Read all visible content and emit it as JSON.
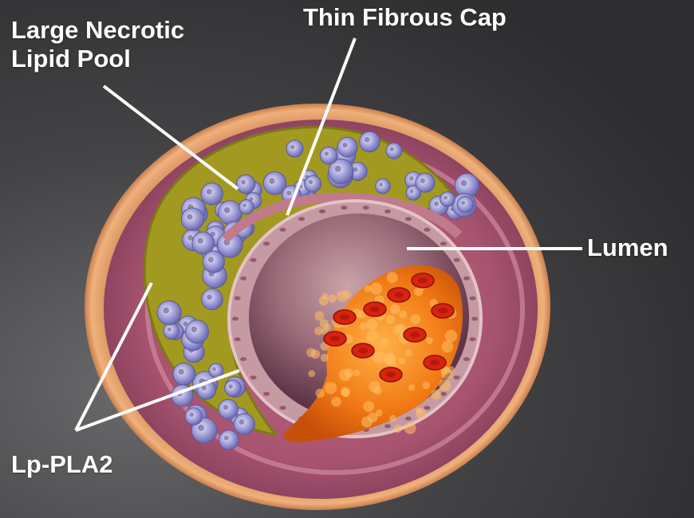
{
  "labels": {
    "lipid_pool_line1": "Large Necrotic",
    "lipid_pool_line2": "Lipid Pool",
    "fibrous_cap": "Thin Fibrous Cap",
    "lumen": "Lumen",
    "lp_pla2": "Lp-PLA2"
  },
  "colors": {
    "background": "#3c3c3e",
    "label_text": "#ffffff",
    "leader_line": "#ffffff",
    "adventitia": "#e9a56c",
    "media": "#a9566d",
    "intima": "#d98fa3",
    "lipid_core": "#a49b22",
    "foam_cells": "#8f8ed0",
    "lumen_wall": "#c59a9c",
    "lumen_dark": "#7a4a5a",
    "thrombus": "#f07a10",
    "red_cells": "#d42010"
  }
}
